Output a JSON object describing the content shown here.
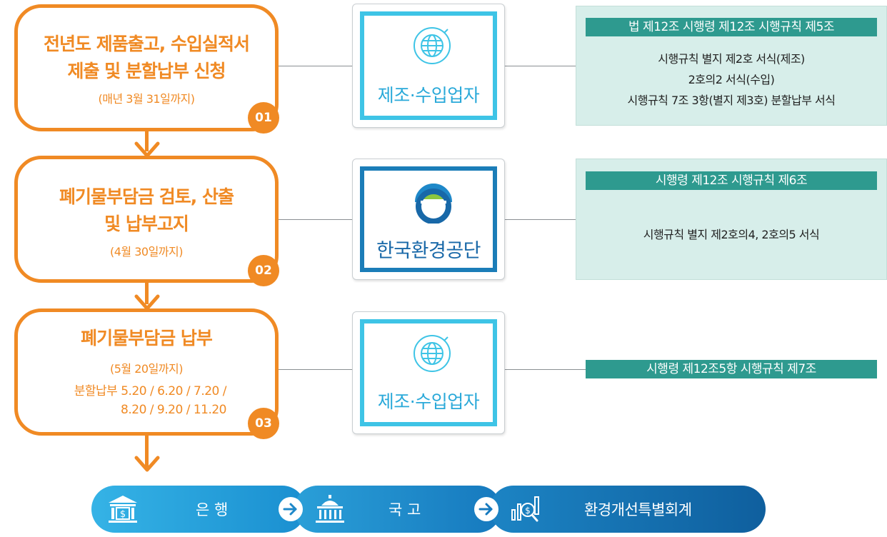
{
  "steps": [
    {
      "title1": "전년도 제품출고, 수입실적서",
      "title2": "제출 및 분할납부 신청",
      "deadline": "(매년 3월 31일까지)",
      "badge": "01"
    },
    {
      "title1": "폐기물부담금 검토, 산출",
      "title2": "및 납부고지",
      "deadline": "(4월 30일까지)",
      "badge": "02"
    },
    {
      "title1": "폐기물부담금 납부",
      "deadline": "(5월 20일까지)",
      "split1": "분할납부 5.20 / 6.20 / 7.20 /",
      "split2": "8.20 / 9.20 / 11.20",
      "badge": "03"
    }
  ],
  "cards": [
    {
      "name": "제조·수입업자",
      "icon": "globe-icon"
    },
    {
      "name": "한국환경공단",
      "icon": "korea-environment-corp-logo"
    },
    {
      "name": "제조·수입업자",
      "icon": "globe-icon"
    }
  ],
  "laws": [
    {
      "header": "법 제12조 시행령 제12조 시행규칙 제5조",
      "lines": [
        "시행규칙 별지 제2호 서식(제조)",
        "2호의2 서식(수입)",
        "시행규칙 7조 3항(별지 제3호) 분할납부 서식"
      ]
    },
    {
      "header": "시행령 제12조 시행규칙 제6조",
      "lines": [
        "시행규칙 별지 제2호의4, 2호의5 서식"
      ]
    },
    {
      "header": "시행령 제12조5항 시행규칙 제7조",
      "lines": []
    }
  ],
  "flow": [
    {
      "label": "은 행",
      "icon": "bank-icon",
      "color": "#2a9fd8"
    },
    {
      "label": "국 고",
      "icon": "treasury-building-icon",
      "color": "#1e88c9"
    },
    {
      "label": "환경개선특별회계",
      "icon": "account-chart-icon",
      "color": "#1068a8"
    }
  ],
  "colors": {
    "orange": "#f08a24",
    "cyan": "#3ec4e6",
    "teal": "#2e9a8f",
    "mint": "#d7eeea"
  }
}
